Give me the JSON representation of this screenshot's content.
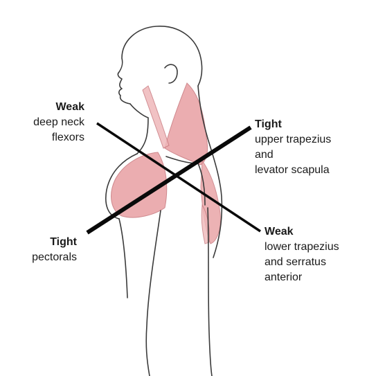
{
  "labels": {
    "weak_neck": {
      "title": "Weak",
      "desc": "deep neck\nflexors"
    },
    "tight_pec": {
      "title": "Tight",
      "desc": "pectorals"
    },
    "tight_upper": {
      "title": "Tight",
      "desc": "upper trapezius\nand\nlevator scapula"
    },
    "weak_lower": {
      "title": "Weak",
      "desc": "lower trapezius\nand serratus\nanterior"
    }
  },
  "colors": {
    "outline": "#3a3a3a",
    "muscle_fill": "#e9a5a8",
    "muscle_stroke": "#c97b80",
    "cross_line": "#0a0a0a"
  }
}
